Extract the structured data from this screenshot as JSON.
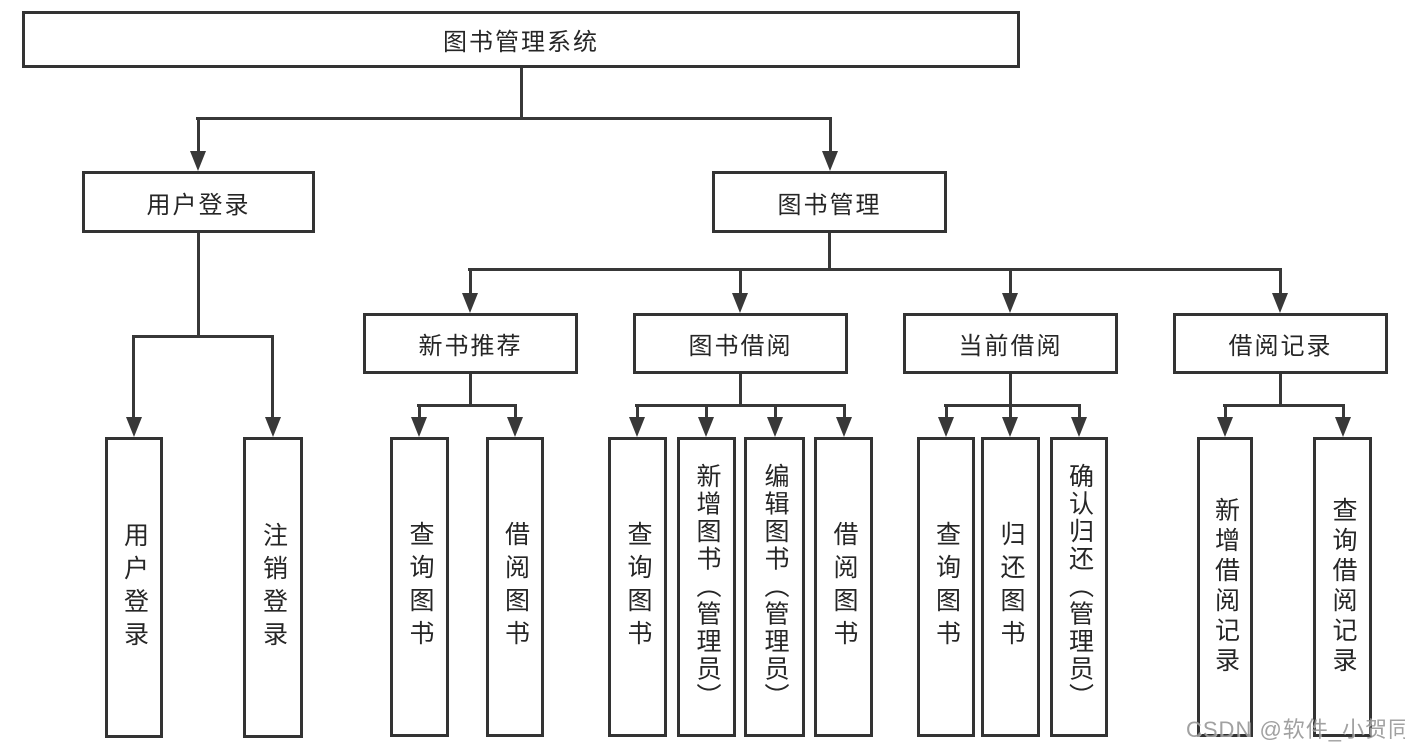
{
  "diagram": {
    "title": "图书管理系统",
    "branches": [
      {
        "label": "用户登录",
        "children": [
          {
            "label": "用户登录"
          },
          {
            "label": "注销登录"
          }
        ]
      },
      {
        "label": "图书管理",
        "groups": [
          {
            "label": "新书推荐",
            "children": [
              {
                "label": "查询图书"
              },
              {
                "label": "借阅图书"
              }
            ]
          },
          {
            "label": "图书借阅",
            "children": [
              {
                "label": "查询图书"
              },
              {
                "label": "新增图书（管理员）"
              },
              {
                "label": "编辑图书（管理员）"
              },
              {
                "label": "借阅图书"
              }
            ]
          },
          {
            "label": "当前借阅",
            "children": [
              {
                "label": "查询图书"
              },
              {
                "label": "归还图书"
              },
              {
                "label": "确认归还（管理员）"
              }
            ]
          },
          {
            "label": "借阅记录",
            "children": [
              {
                "label": "新增借阅记录"
              },
              {
                "label": "查询借阅记录"
              }
            ]
          }
        ]
      }
    ]
  },
  "watermark": {
    "text": "CSDN @软件_小贺同学"
  },
  "colors": {
    "line": "#383838",
    "box_border": "#333333",
    "text": "#262626",
    "background": "#ffffff",
    "watermark": "#949494"
  }
}
